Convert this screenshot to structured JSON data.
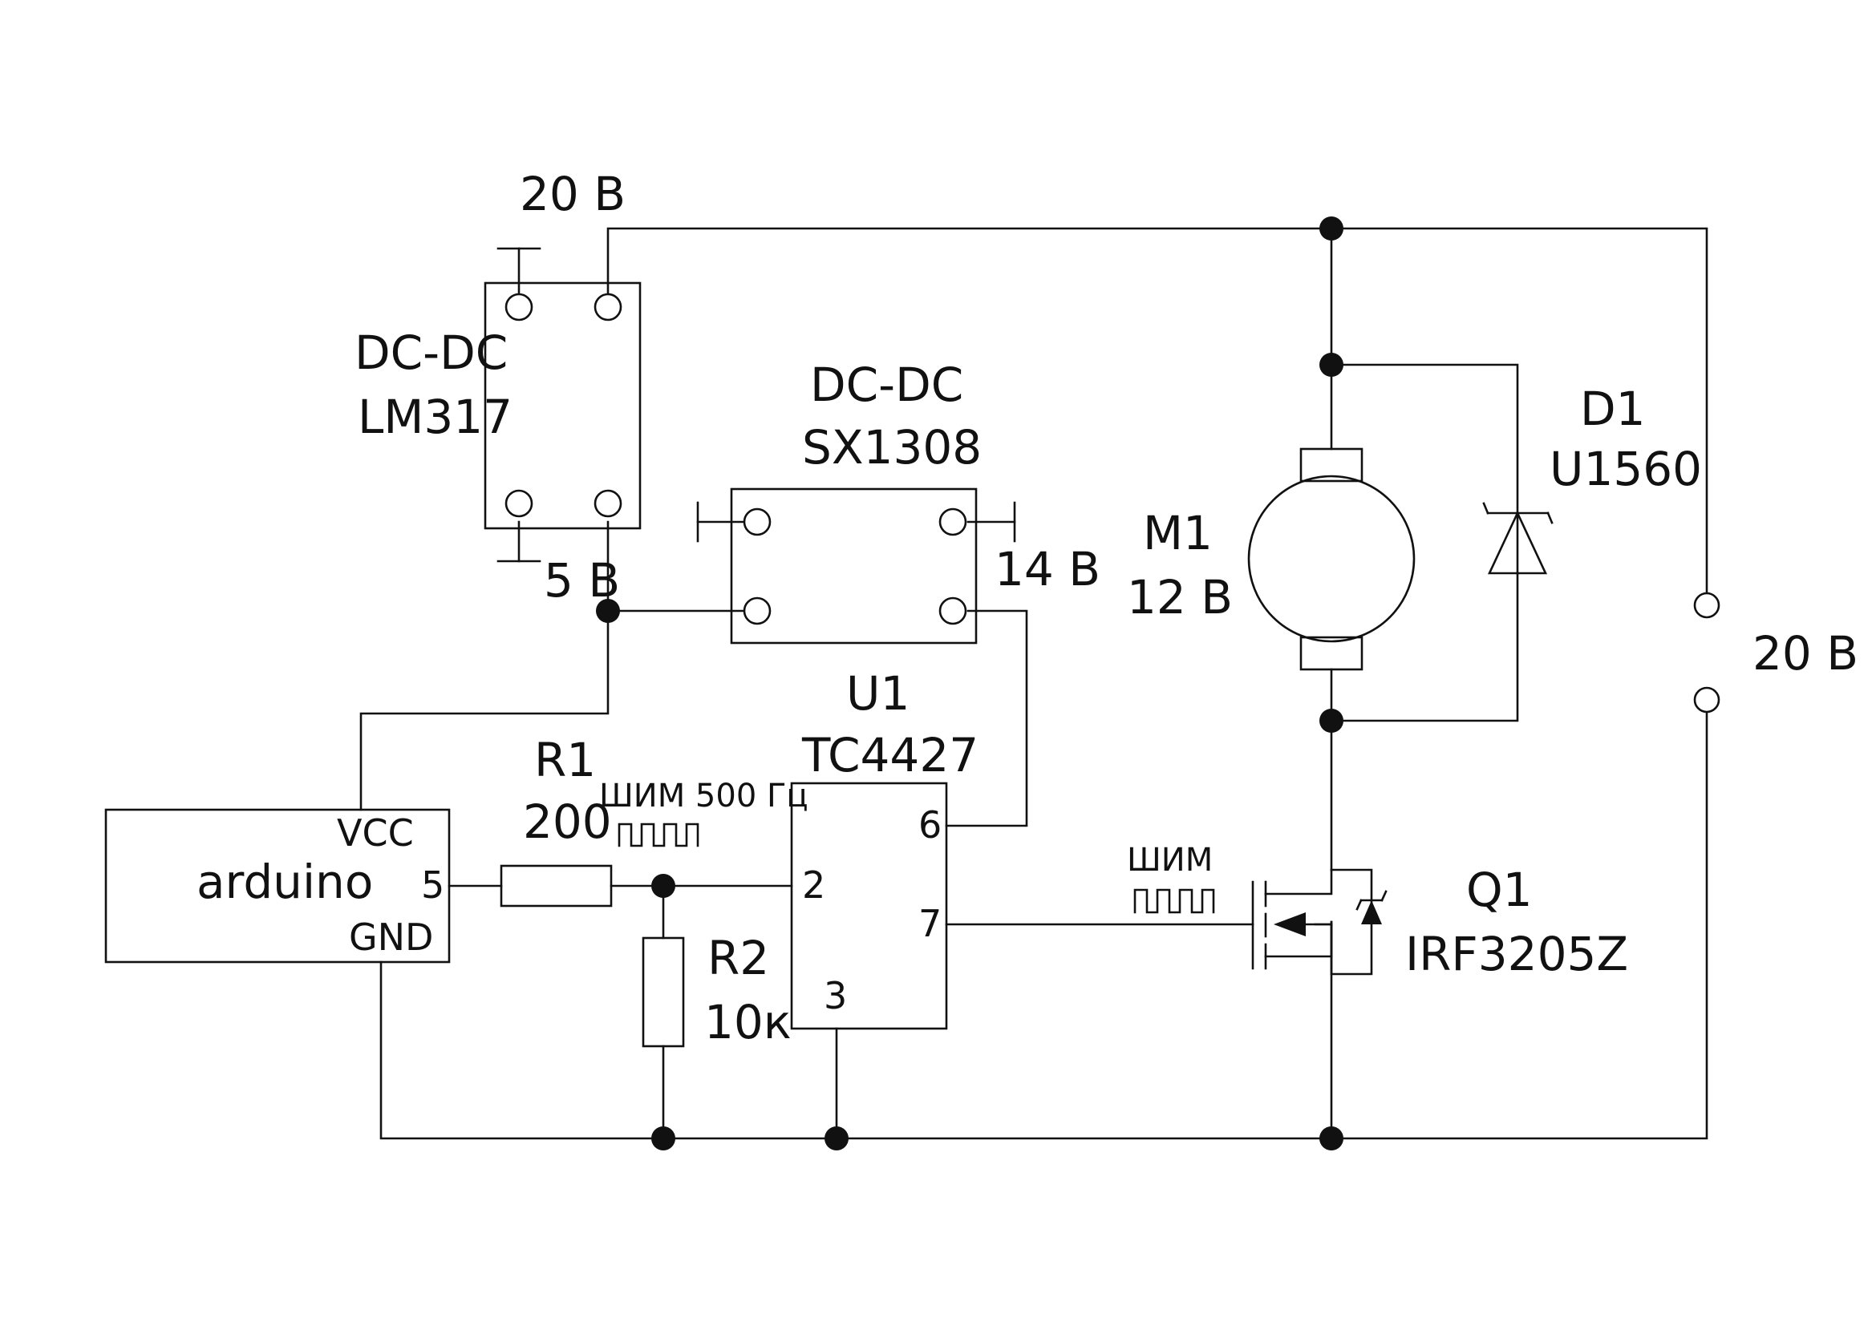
{
  "labels": {
    "supply_top": "20 B",
    "lm_title": "DC-DC",
    "lm_part": "LM317",
    "lm_out": "5 B",
    "sx_title": "DC-DC",
    "sx_part": "SX1308",
    "sx_out": "14 B",
    "motor_ref": "M1",
    "motor_val": "12 B",
    "diode_ref": "D1",
    "diode_part": "U1560",
    "supply_right": "20 B",
    "u1_ref": "U1",
    "u1_part": "TC4427",
    "r1_ref": "R1",
    "r1_val": "200",
    "pwm_label": "ШИМ 500 Гц",
    "r2_ref": "R2",
    "r2_val": "10к",
    "arduino": "arduino",
    "ard_vcc": "VCC",
    "ard_pin5": "5",
    "ard_gnd": "GND",
    "u1_pin2": "2",
    "u1_pin6": "6",
    "u1_pin7": "7",
    "u1_pin3": "3",
    "gate_pwm": "ШИМ",
    "q1_ref": "Q1",
    "q1_part": "IRF3205Z"
  }
}
